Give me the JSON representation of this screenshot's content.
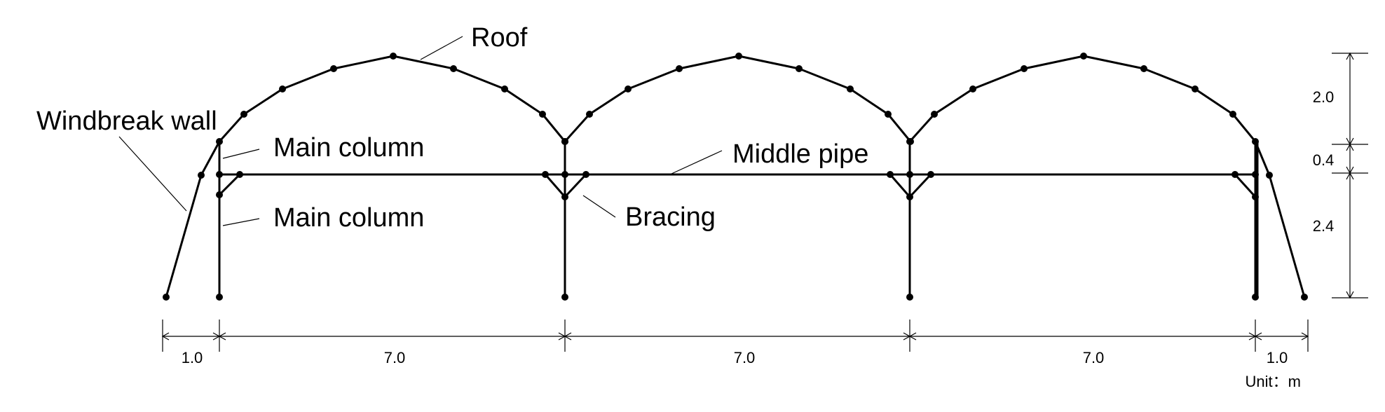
{
  "labels": {
    "roof": "Roof",
    "windbreak_wall": "Windbreak wall",
    "main_column_upper": "Main column",
    "main_column_lower": "Main column",
    "middle_pipe": "Middle pipe",
    "bracing": "Bracing"
  },
  "dimensions": {
    "horizontal": [
      "1.0",
      "7.0",
      "7.0",
      "7.0",
      "1.0"
    ],
    "vertical": [
      "2.0",
      "0.4",
      "2.4"
    ],
    "unit": "Unit：m"
  },
  "colors": {
    "line": "#000000",
    "background": "#ffffff"
  }
}
